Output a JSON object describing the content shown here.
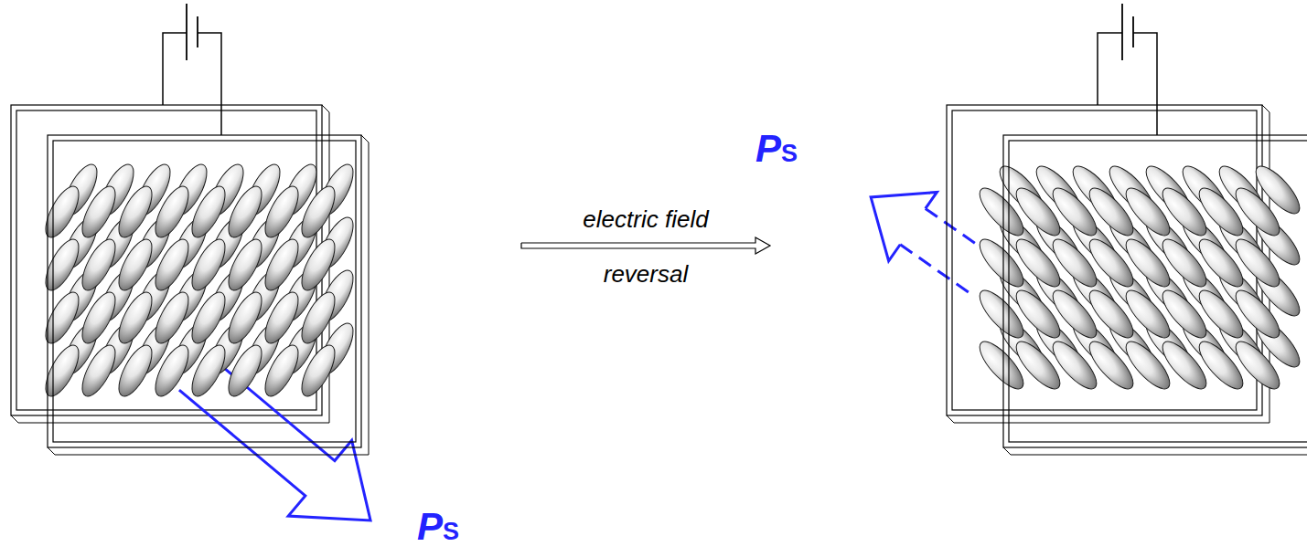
{
  "diagram": {
    "labels": [
      "PS",
      "electric field",
      "reversal",
      "PS"
    ]
  }
}
